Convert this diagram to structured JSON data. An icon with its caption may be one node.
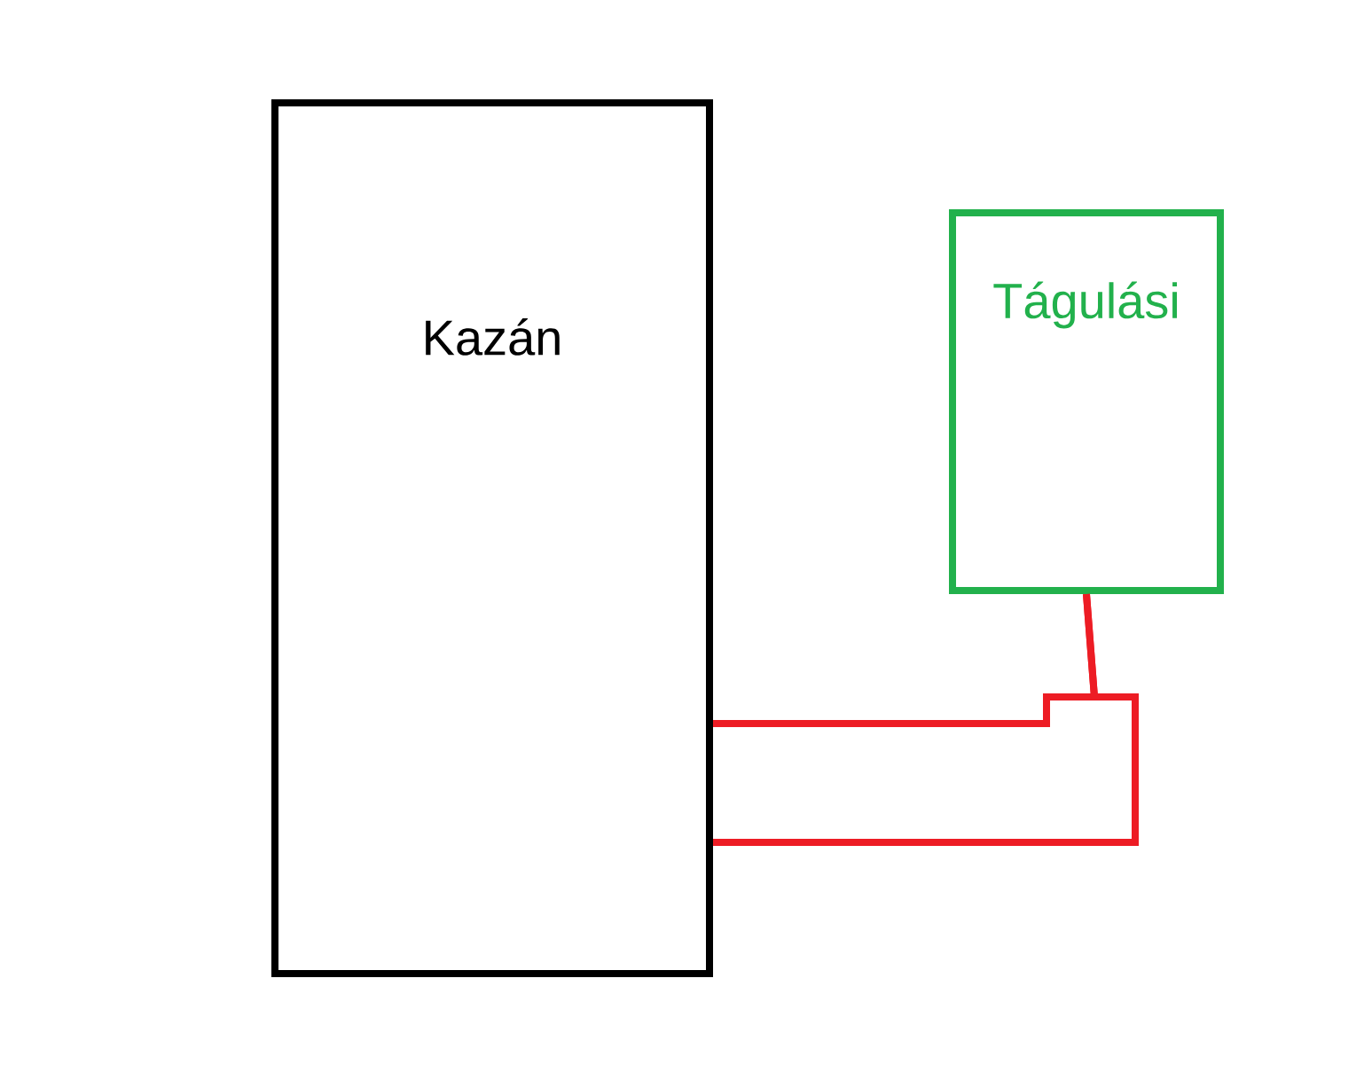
{
  "diagram": {
    "nodes": [
      {
        "text": [
          "Kazán"
        ]
      },
      {
        "text": [
          "Tágulási"
        ]
      }
    ],
    "edges": [
      {
        "from": 0,
        "to": 1,
        "arrow": "none"
      },
      {
        "from": 0,
        "to": 1,
        "arrow": "none"
      }
    ]
  }
}
